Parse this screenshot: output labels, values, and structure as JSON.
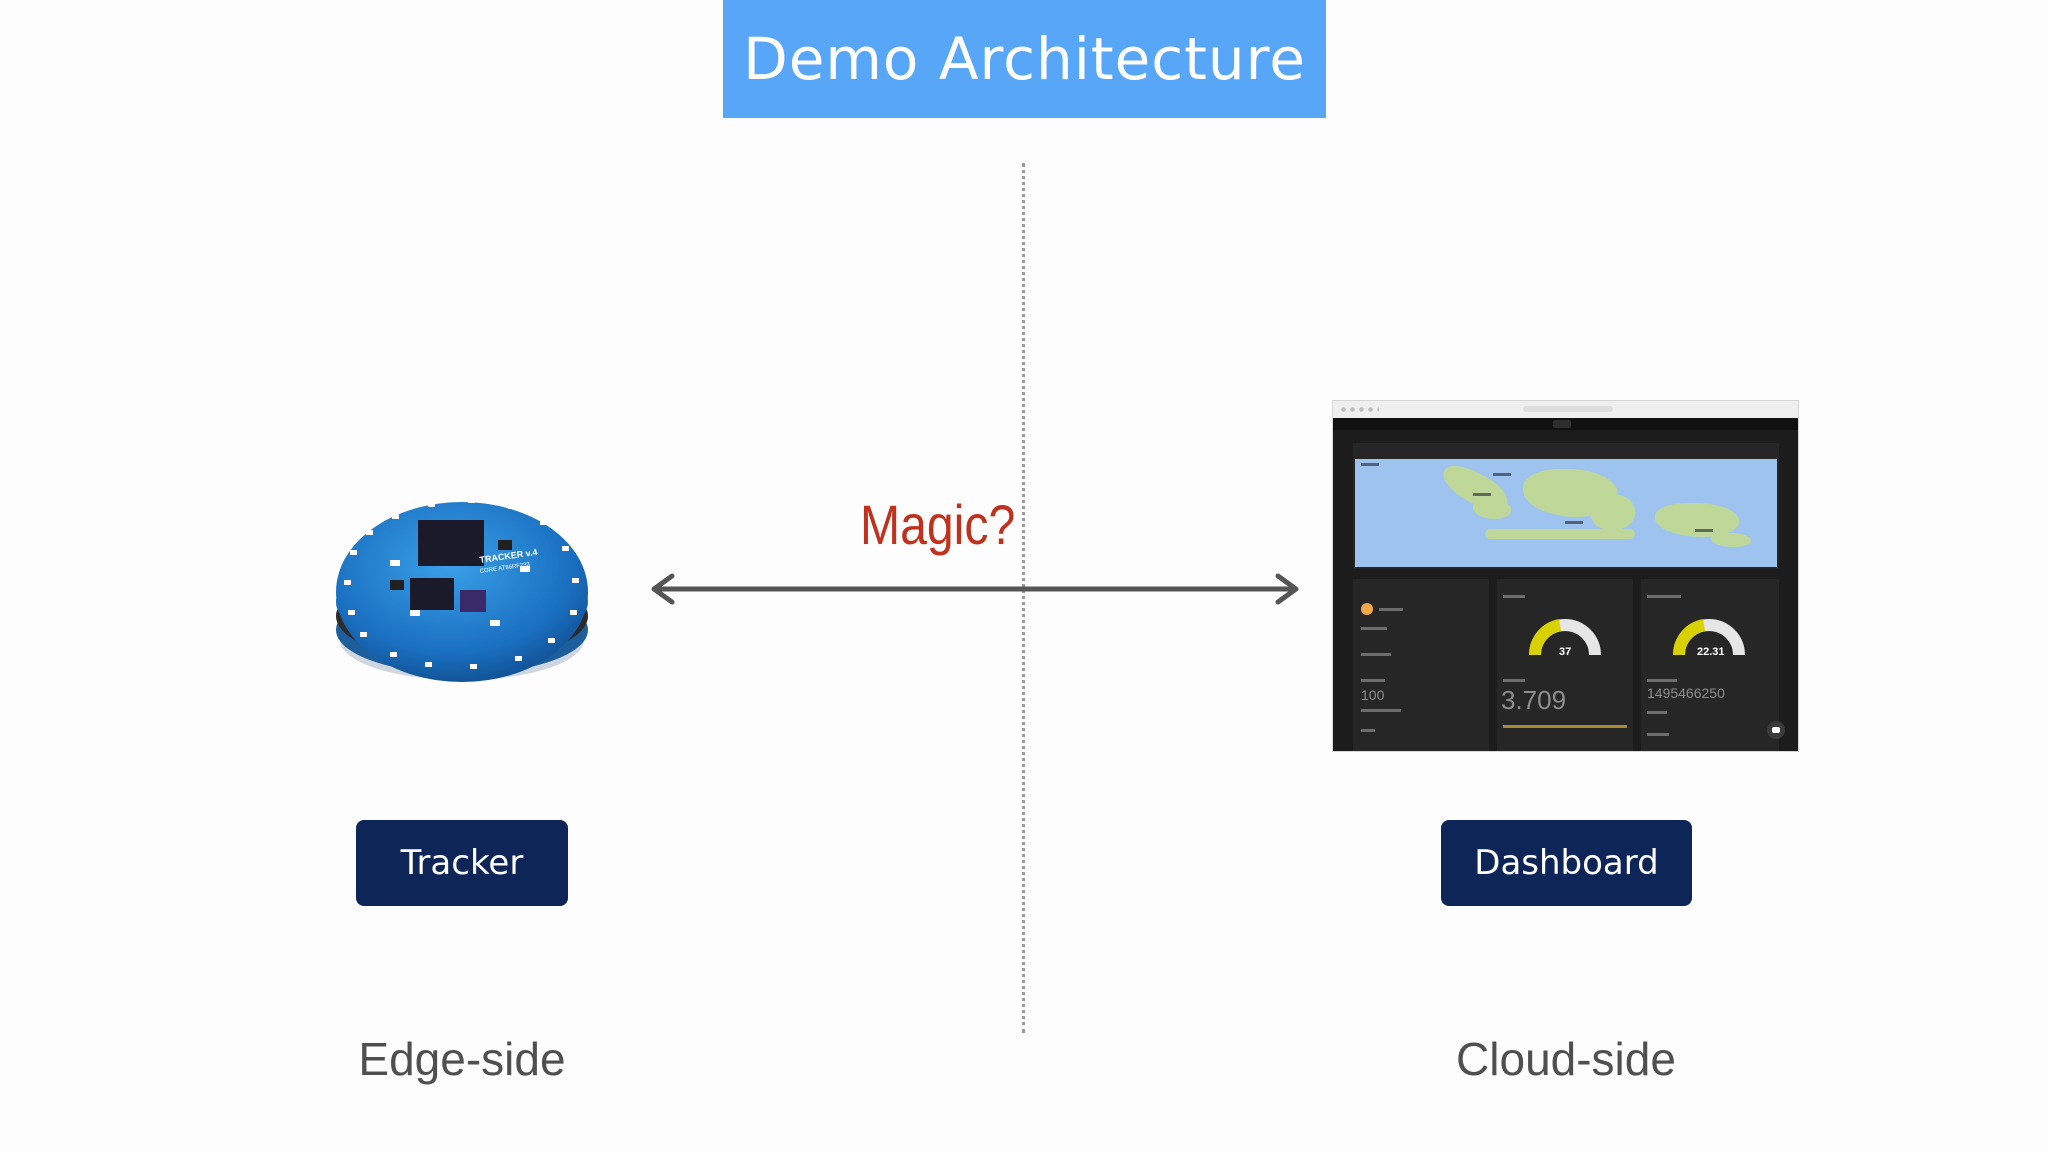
{
  "title": "Demo Architecture",
  "connection": {
    "label": "Magic?",
    "direction": "bidirectional"
  },
  "edge": {
    "image": "tracker-circuit-board",
    "board_label": "TRACKER v.4",
    "component_label": "Tracker",
    "side_label": "Edge-side"
  },
  "cloud": {
    "image": "dashboard-screenshot",
    "component_label": "Dashboard",
    "side_label": "Cloud-side",
    "gauge_battery": "37",
    "gauge_temperature": "22.31",
    "voltage": "3.709",
    "altitude": "100",
    "timestamp": "1495466250"
  },
  "colors": {
    "title_bg": "#58a6f7",
    "label_bg": "#0d2557",
    "magic_text": "#c0311e",
    "side_text": "#4f4f4f",
    "arrow": "#555555",
    "divider": "#9a9a9a"
  }
}
